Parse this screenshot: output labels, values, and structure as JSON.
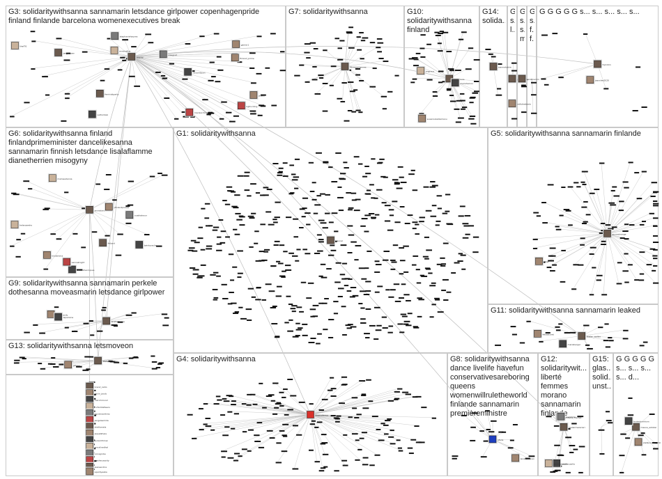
{
  "groups": [
    {
      "id": "G3",
      "label": "G3: solidaritywithsanna sannamarin letsdance girlpower copenhagenpride finland finlande barcelona womenexecutives break",
      "nodes": 75,
      "hubs": [
        "marinj",
        "finland_prime",
        "ninaohlsson",
        "annimattar",
        "visegrad",
        "kgtrucking",
        "feministparty",
        "gamer1",
        "valtiontalo",
        "thef76",
        "stephaniehaynes",
        "mariavictoria",
        "jan_elkjaer",
        "jewell"
      ]
    },
    {
      "id": "G7",
      "label": "G7: solidaritywithsanna",
      "nodes": 60,
      "hubs": [
        "fitnessjohannes"
      ]
    },
    {
      "id": "G10",
      "label": "G10: solidaritywithsanna finland",
      "nodes": 55,
      "hubs": [
        "marcosoa",
        "susannalekkamanu",
        "mariaheinoo",
        "jmgrace"
      ]
    },
    {
      "id": "G14",
      "label": "G14: solida...",
      "nodes": 6,
      "hubs": [
        "sanmakatrie"
      ]
    },
    {
      "id": "G_a",
      "label": "G... s... l...",
      "nodes": 3,
      "hubs": [
        "jamepanny",
        "valtokestesia"
      ]
    },
    {
      "id": "G_b",
      "label": "G... s... s... m...",
      "nodes": 3,
      "hubs": [
        "annilinenrin"
      ]
    },
    {
      "id": "G_c",
      "label": "G... s... f... f...",
      "nodes": 3,
      "hubs": []
    },
    {
      "id": "G_d",
      "label": "G G G G G s... s... s... s... s...",
      "nodes": 10,
      "hubs": [
        "fujirobin",
        "jasonlee2020"
      ]
    },
    {
      "id": "G6",
      "label": "G6: solidaritywithsanna finland finlandprimeminister dancelikesanna sannamarin finnish letsdance lisalaflamme dianetherrien misogyny",
      "nodes": 35,
      "hubs": [
        "annestenhamre",
        "kirsiemma",
        "afonsohenriques",
        "marissadanna",
        "noahtelenor",
        "sannaknight",
        "finland",
        "yfinlandpressa",
        "twintyraulia",
        "helenaweho"
      ]
    },
    {
      "id": "G1",
      "label": "G1: solidaritywithsanna",
      "nodes": 450,
      "hubs": [
        "tjaunal"
      ]
    },
    {
      "id": "G5",
      "label": "G5: solidaritywithsanna sannamarin finlande",
      "nodes": 110,
      "hubs": [
        "anneabrange",
        "irtae"
      ]
    },
    {
      "id": "G9",
      "label": "G9: solidaritywithsanna sannamarin perkele dothesanna moveasmarin letsdance girlpower",
      "nodes": 20,
      "hubs": [
        "anetvidensia",
        "johnyaanily",
        "laparisina"
      ]
    },
    {
      "id": "G11",
      "label": "G11: solidaritywithsanna sannamarin leaked",
      "nodes": 25,
      "hubs": [
        "stefan_walter",
        "fettealsiret",
        "mariaberger"
      ]
    },
    {
      "id": "G13",
      "label": "G13: solidaritywithsanna letsmoveon",
      "nodes": 30,
      "hubs": [
        "stefanmamiko",
        "gillesp"
      ]
    },
    {
      "id": "G_list",
      "label": "",
      "nodes": 22,
      "hubs": [
        "brand_radio",
        "kevin_jacob",
        "mkrichmond",
        "mrfamtaltwers",
        "kqueenjodinez",
        "jengelsemida",
        "eleitlamela",
        "elesatkhala",
        "sudamfrimal",
        "annalinedhal",
        "oonagrobe",
        "aleshecassidy",
        "aleksandria",
        "sqaidiyaaba"
      ]
    },
    {
      "id": "G4",
      "label": "G4: solidaritywithsanna",
      "nodes": 160,
      "hubs": [
        "thomsitanos"
      ]
    },
    {
      "id": "G8",
      "label": "G8: solidaritywithsanna dance livelife havefun conservativesareboring queens womenwillruletheworld finlande sannamarin premièreministre",
      "nodes": 20,
      "hubs": [
        "afaris",
        "lanasundaren"
      ]
    },
    {
      "id": "G12",
      "label": "G12: solidaritywit... liberté femmes morano sannamarin finlande",
      "nodes": 20,
      "hubs": [
        "meliarmazarieri",
        "violaine_martell",
        "nabilmusella",
        "amelianneale",
        "iaadshaw"
      ]
    },
    {
      "id": "G15",
      "label": "G15: glas... solid... unst...",
      "nodes": 5,
      "hubs": []
    },
    {
      "id": "G_e",
      "label": "G G G G G s... s... s... s... d...",
      "nodes": 12,
      "hubs": [
        "maeve_estoller",
        "stefanovasy_phil",
        "laulastromhorn"
      ]
    }
  ],
  "colors": {
    "edge": "#bdbdbd",
    "node": "#111111",
    "box": "#c9c9c9",
    "accent_red": "#d9302a",
    "accent_blue": "#1f3fbf"
  }
}
